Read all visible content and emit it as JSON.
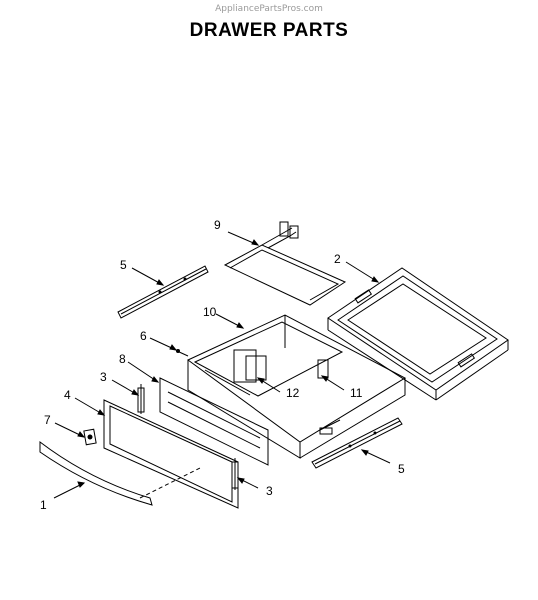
{
  "watermark": "AppliancePartsPros.com",
  "title": "DRAWER PARTS",
  "callouts": {
    "c1": "1",
    "c2": "2",
    "c3a": "3",
    "c3b": "3",
    "c4": "4",
    "c5a": "5",
    "c5b": "5",
    "c6": "6",
    "c7": "7",
    "c8": "8",
    "c9": "9",
    "c10": "10",
    "c11": "11",
    "c12": "12"
  }
}
